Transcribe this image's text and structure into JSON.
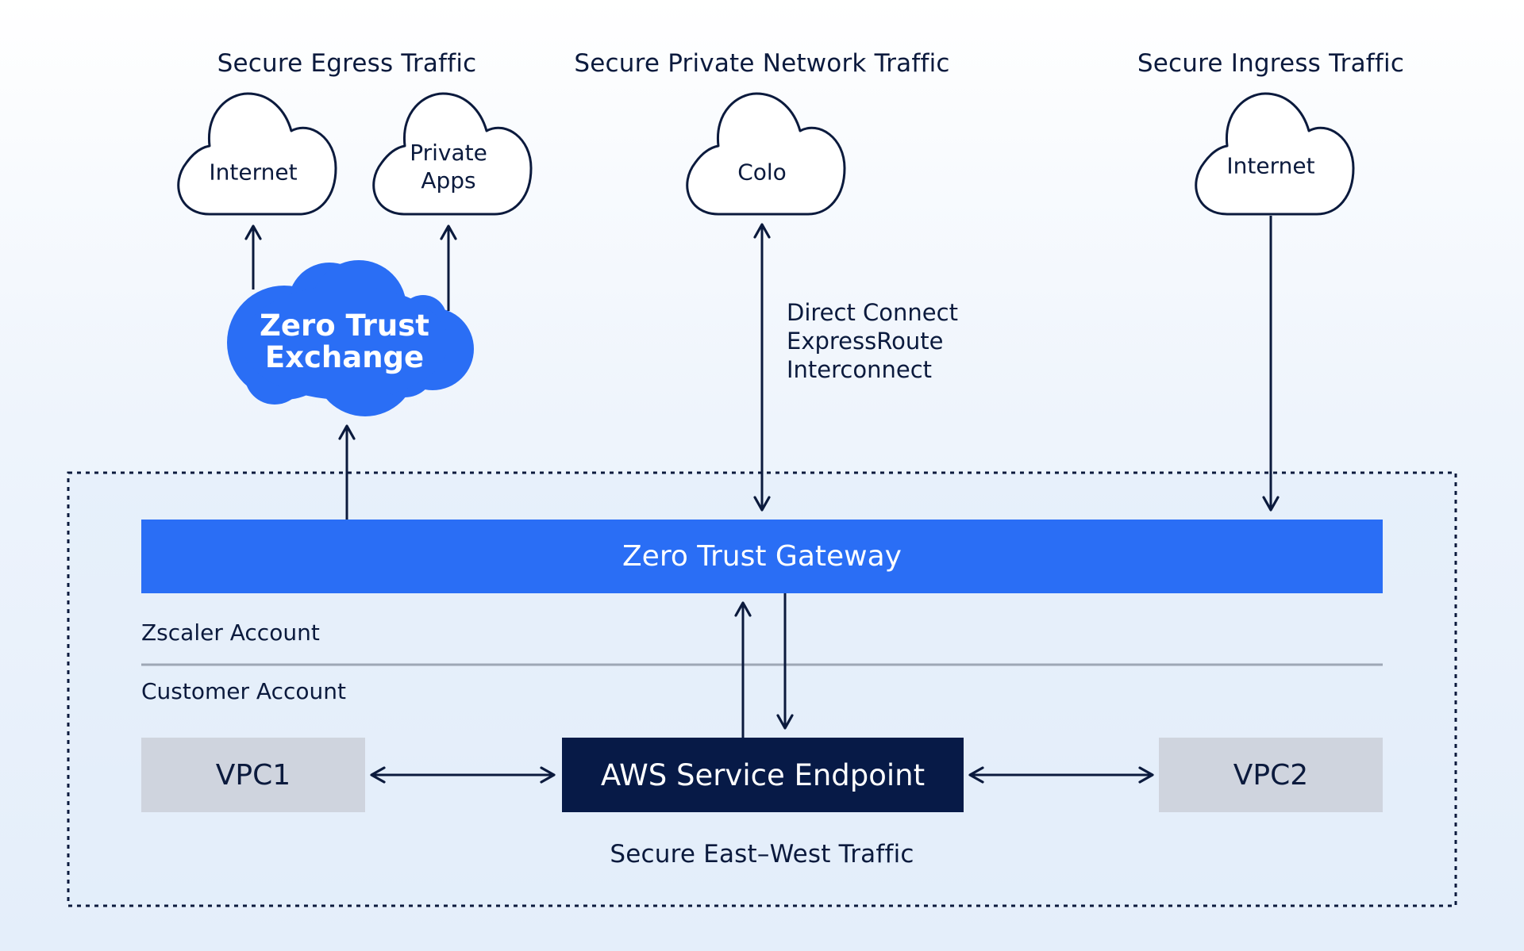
{
  "sections": {
    "egress": "Secure Egress Traffic",
    "private": "Secure Private Network Traffic",
    "ingress": "Secure Ingress Traffic",
    "east_west": "Secure East–West Traffic"
  },
  "clouds": {
    "egress_internet": "Internet",
    "private_apps_line1": "Private",
    "private_apps_line2": "Apps",
    "colo": "Colo",
    "ingress_internet": "Internet"
  },
  "zero_trust_exchange": {
    "line1": "Zero Trust",
    "line2": "Exchange"
  },
  "connections": [
    "Direct Connect",
    "ExpressRoute",
    "Interconnect"
  ],
  "gateway": "Zero Trust Gateway",
  "accounts": {
    "zscaler": "Zscaler Account",
    "customer": "Customer Account"
  },
  "nodes": {
    "vpc1": "VPC1",
    "endpoint": "AWS Service Endpoint",
    "vpc2": "VPC2"
  },
  "colors": {
    "accent_blue": "#2a6ef5",
    "navy": "#071a47",
    "vpc_gray": "#cfd4de",
    "ink": "#0b1a3d"
  }
}
